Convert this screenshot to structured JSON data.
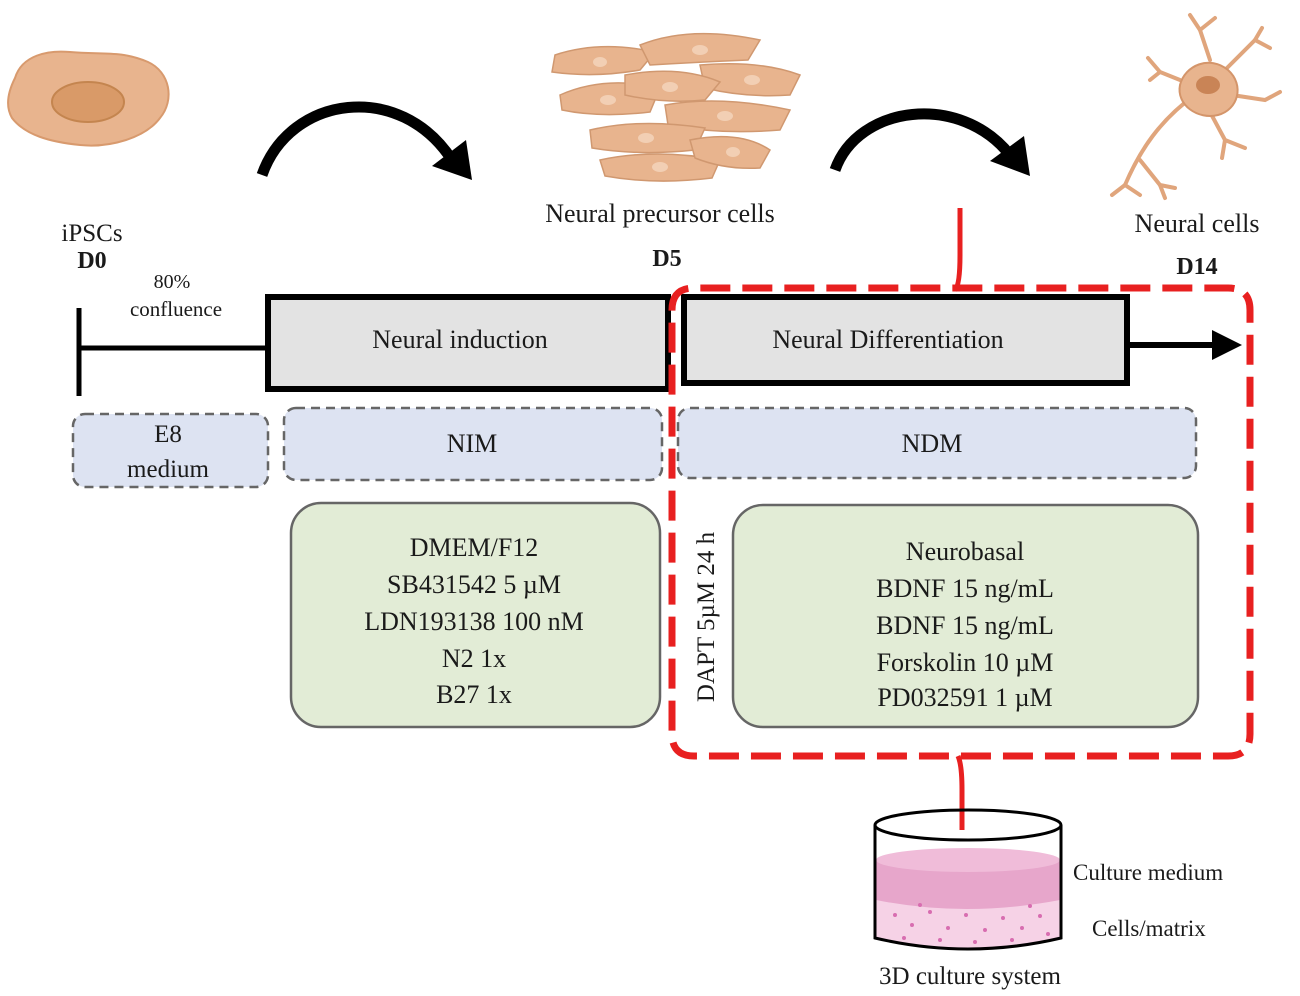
{
  "stages": {
    "ipsc": {
      "label": "iPSCs",
      "day": "D0",
      "note_line1": "80%",
      "note_line2": "confluence"
    },
    "npc": {
      "label": "Neural precursor cells",
      "day": "D5"
    },
    "neural": {
      "label": "Neural cells",
      "day": "D14"
    }
  },
  "phases": {
    "induction": "Neural induction",
    "differentiation": "Neural Differentiation"
  },
  "media": {
    "e8_line1": "E8",
    "e8_line2": "medium",
    "nim": "NIM",
    "ndm": "NDM"
  },
  "nim_components": [
    "DMEM/F12",
    "SB431542  5 µM",
    "LDN193138 100 nM",
    "N2 1x",
    "B27 1x"
  ],
  "ndm_components": [
    "Neurobasal",
    "BDNF 15 ng/mL",
    "BDNF 15 ng/mL",
    "Forskolin  10 µM",
    "PD032591  1 µM"
  ],
  "dapt_label": "DAPT 5µM 24 h",
  "culture_system": {
    "title": "3D culture system",
    "medium_label": "Culture medium",
    "cells_label": "Cells/matrix"
  },
  "colors": {
    "cell_fill": "#e8b48e",
    "timeline_box": "#e3e3e3",
    "media_box": "#dde3f2",
    "component_box": "#e2ecd6",
    "highlight": "#e82020",
    "medium_pink": "#e7a6cb",
    "matrix_pink": "#f6d2e6"
  }
}
